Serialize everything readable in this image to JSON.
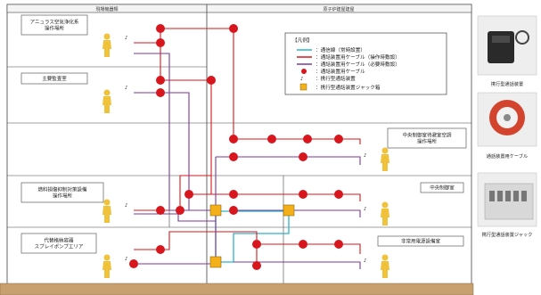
{
  "headers": {
    "left": "現場機器類",
    "right": "原子炉建屋建屋"
  },
  "rooms": [
    "アニュラス空気浄化系\n操作場所",
    "主要監査室",
    "中央制御室待避室空調\n操作場所",
    "燃料損傷抑制対策設備\n操作場所",
    "代替格納容器\nスプレイポンプエリア",
    "中央制御室",
    "非常用電源設備室"
  ],
  "legend": {
    "title": "【凡例】",
    "items": [
      "：通信線（常時設置）",
      "：通話装置用ケーブル（操作時敷設）",
      "：通話装置用ケーブル（必要時敷設）",
      "：通話装置用ケーブル",
      "：携行型通話装置",
      "：携行型通話装置ジャック箱"
    ]
  },
  "photos": [
    {
      "caption": "携行型通話装置"
    },
    {
      "caption": "通話装置用ケーブル"
    },
    {
      "caption": "携行型通話装置ジャック"
    }
  ],
  "colors": {
    "red": "#d7171d",
    "purple": "#7a3a9a",
    "cyan": "#2ab4c9",
    "amber": "#f3b01a",
    "person": "#f0c13a",
    "ground": "#c8a070"
  }
}
